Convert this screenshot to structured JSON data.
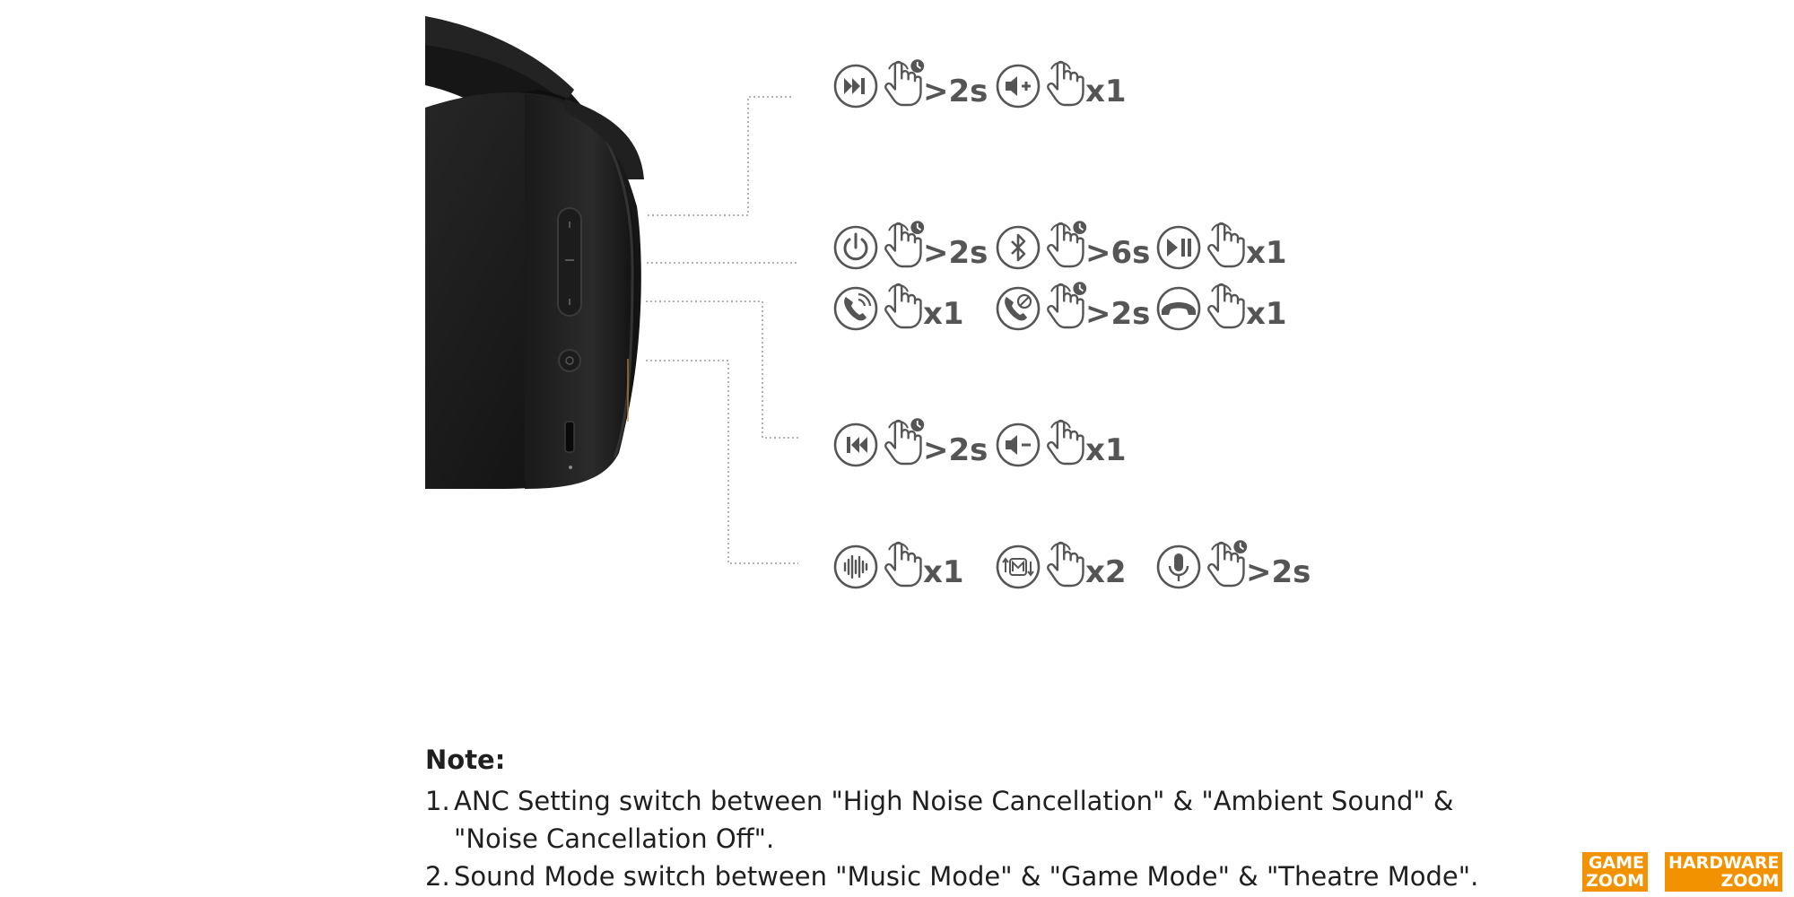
{
  "controls": {
    "rows": [
      {
        "id": "volume-up-button",
        "groups": [
          {
            "function": "next-track-icon",
            "gesture": "press-hold",
            "count": ">2s"
          },
          {
            "function": "volume-up-icon",
            "gesture": "press",
            "count": "x1"
          }
        ]
      },
      {
        "id": "multifunction-button",
        "groups": [
          {
            "function": "power-icon",
            "gesture": "press-hold",
            "count": ">2s"
          },
          {
            "function": "bluetooth-icon",
            "gesture": "press-hold",
            "count": ">6s"
          },
          {
            "function": "play-pause-icon",
            "gesture": "press",
            "count": "x1"
          }
        ]
      },
      {
        "id": "multifunction-button-call",
        "groups": [
          {
            "function": "answer-call-icon",
            "gesture": "press",
            "count": "x1"
          },
          {
            "function": "reject-call-icon",
            "gesture": "press-hold",
            "count": ">2s"
          },
          {
            "function": "end-call-icon",
            "gesture": "press",
            "count": "x1"
          }
        ]
      },
      {
        "id": "volume-down-button",
        "groups": [
          {
            "function": "previous-track-icon",
            "gesture": "press-hold",
            "count": ">2s"
          },
          {
            "function": "volume-down-icon",
            "gesture": "press",
            "count": "x1"
          }
        ]
      },
      {
        "id": "anc-button",
        "groups": [
          {
            "function": "anc-icon",
            "gesture": "press",
            "count": "x1"
          },
          {
            "function": "sound-mode-icon",
            "gesture": "press",
            "count": "x2"
          },
          {
            "function": "microphone-icon",
            "gesture": "press-hold",
            "count": ">2s"
          }
        ]
      }
    ]
  },
  "note": {
    "title": "Note:",
    "items": [
      {
        "num": "1.",
        "lines": [
          "ANC Setting switch between \"High Noise Cancellation\" & \"Ambient Sound\" &",
          "\"Noise Cancellation Off\"."
        ]
      },
      {
        "num": "2.",
        "lines": [
          "Sound Mode switch between \"Music Mode\" & \"Game Mode\" & \"Theatre Mode\"."
        ]
      }
    ]
  },
  "logos": {
    "game": [
      "GAME",
      "ZOOM"
    ],
    "hardware": [
      "HARDWARE",
      "ZOOM"
    ]
  },
  "colors": {
    "icon": "#555555",
    "leader": "#9a9a9a",
    "text": "#1f1f1f",
    "logo": "#f39200"
  }
}
